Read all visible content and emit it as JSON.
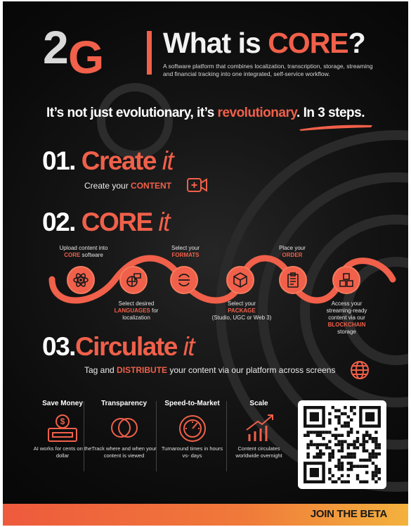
{
  "brand": {
    "logo_text": "2G"
  },
  "header": {
    "title_prefix": "What is ",
    "title_accent": "CORE",
    "title_suffix": "?",
    "subtitle": "A software platform that combines localization, transcription, storage, streaming and financial tracking into one integrated, self-service workflow."
  },
  "tagline": {
    "part1": "It’s not just evolutionary, it’s ",
    "accent": "revolutionary",
    "part2": ". In 3 steps."
  },
  "steps": [
    {
      "num": "01.",
      "word": "Create",
      "it": "it",
      "sub_prefix": "Create your ",
      "sub_accent": "CONTENT"
    },
    {
      "num": "02.",
      "word": "CORE",
      "it": "it"
    },
    {
      "num": "03.",
      "word": "Circulate",
      "it": "it",
      "sub_prefix": "Tag and ",
      "sub_accent": "DISTRIBUTE",
      "sub_suffix": " your content via our platform across screens"
    }
  ],
  "flow": {
    "upload": {
      "line1": "Upload content into",
      "accent": "CORE",
      "line2": " software"
    },
    "languages": {
      "line1": "Select desired",
      "accent": "LANGUAGES",
      "line2": " for",
      "line3": "localization"
    },
    "formats": {
      "line1": "Select your",
      "accent": "FORMATS"
    },
    "package": {
      "line1": "Select your",
      "accent": "PACKAGE",
      "line2": "(Studio, UGC or Web 3)"
    },
    "order": {
      "line1": "Place your",
      "accent": "ORDER"
    },
    "access": {
      "line1": "Access your",
      "line2": "streaming-ready",
      "line3": "content via our",
      "accent": "BLOCKCHAIN",
      "line4": "storage"
    }
  },
  "benefits": [
    {
      "title": "Save Money",
      "desc": "AI works for cents on the dollar",
      "icon": "wallet-dollar-icon"
    },
    {
      "title": "Transparency",
      "desc": "Track where and when your content is viewed",
      "icon": "overlap-circles-icon"
    },
    {
      "title": "Speed-to-Market",
      "desc": "Turnaround times in hours vs- days",
      "icon": "speedometer-icon"
    },
    {
      "title": "Scale",
      "desc": "Content circulates worldwide overnight",
      "icon": "growth-chart-icon"
    }
  ],
  "footer": {
    "cta": "JOIN THE BETA"
  },
  "colors": {
    "accent": "#f0604a",
    "background": "#0d0d0d",
    "text": "#ffffff"
  }
}
